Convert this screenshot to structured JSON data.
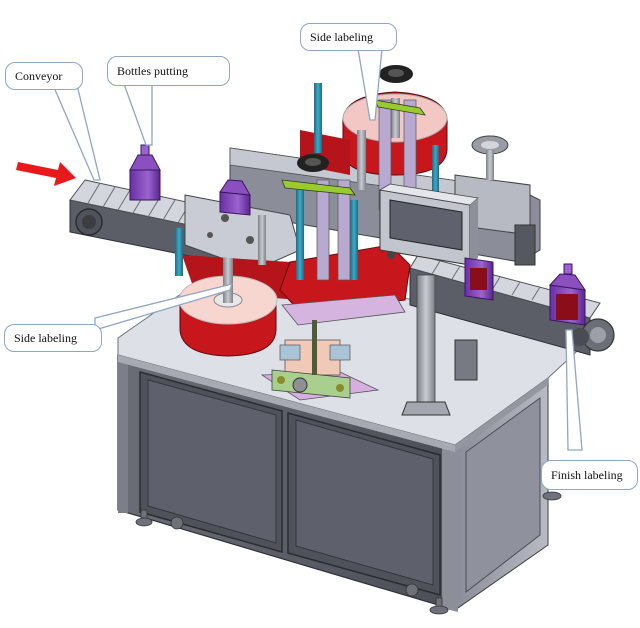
{
  "diagram": {
    "subject": "Bottle labeling machine (3D CAD view)",
    "flow_arrow": {
      "direction": "right",
      "color": "#e8191b"
    },
    "colors": {
      "frame": "#5a5d66",
      "table_top": "#d9dce3",
      "label_roll": "#c8161d",
      "bottle": "#7b3fb0",
      "label_on_bottle": "#8a0d1a",
      "column": "#2c8aa8",
      "bracket": "#9ccc2e",
      "base_plate": "#d7aee0",
      "callout_border": "#8fa6c4"
    }
  },
  "callouts": [
    {
      "id": "conveyor",
      "label": "Conveyor"
    },
    {
      "id": "bottles_putting",
      "label": "Bottles putting"
    },
    {
      "id": "side_labeling_top",
      "label": "Side labeling"
    },
    {
      "id": "side_labeling_left",
      "label": "Side labeling"
    },
    {
      "id": "finish_labeling",
      "label": "Finish labeling"
    }
  ]
}
